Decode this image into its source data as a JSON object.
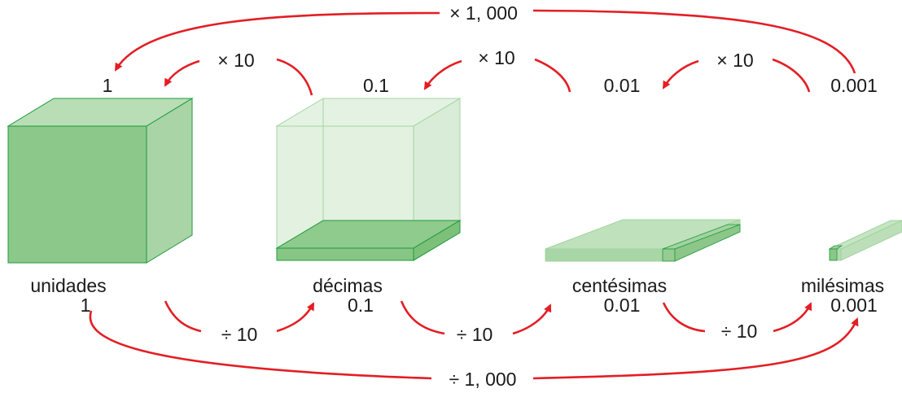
{
  "colors": {
    "arrow": "#e31e24",
    "cube_front": "#8cc88a",
    "cube_top": "#b9deb6",
    "cube_side": "#a9d4a6",
    "cube_edge": "#1c9a3c",
    "ghost_fill": "#dcefdb",
    "ghost_edge": "#9fd49c",
    "text": "#1a1a1a"
  },
  "places": [
    {
      "name": "unidades",
      "value_top": "1",
      "value_bottom": "1"
    },
    {
      "name": "décimas",
      "value_top": "0.1",
      "value_bottom": "0.1"
    },
    {
      "name": "centésimas",
      "value_top": "0.01",
      "value_bottom": "0.01"
    },
    {
      "name": "milésimas",
      "value_top": "0.001",
      "value_bottom": "0.001"
    }
  ],
  "operations": {
    "multiply_step": "× 10",
    "multiply_total": "× 1, 000",
    "divide_step": "÷ 10",
    "divide_total": "÷ 1, 000"
  }
}
